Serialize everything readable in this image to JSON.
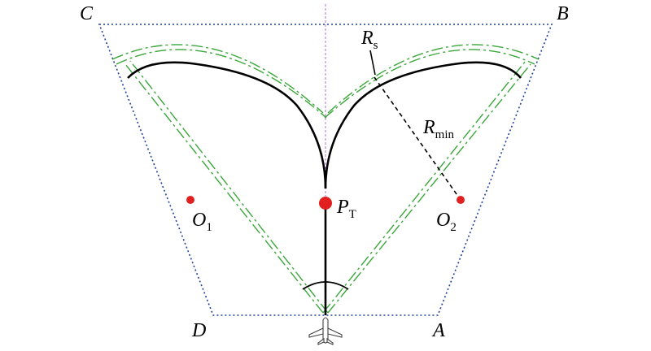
{
  "diagram": {
    "corners": {
      "A": "A",
      "B": "B",
      "C": "C",
      "D": "D"
    },
    "labels": {
      "target_point": {
        "main": "P",
        "sub": "T"
      },
      "center_left": {
        "main": "O",
        "sub": "1"
      },
      "center_right": {
        "main": "O",
        "sub": "2"
      },
      "safety_radius": {
        "main": "R",
        "sub": "s"
      },
      "min_radius": {
        "main": "R",
        "sub": "min"
      }
    },
    "icons": [
      "aircraft-icon"
    ],
    "colors": {
      "boundary": "#1f3f99",
      "centerline": "#b070d0",
      "green_path": "#3aa63a",
      "main_path": "#000000",
      "points": "#e02020"
    }
  }
}
